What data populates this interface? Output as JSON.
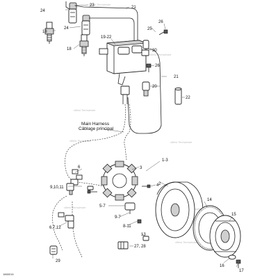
{
  "diagram": {
    "harness_label": [
      "Main Harness",
      "Câblage principal"
    ],
    "figure_ref": "1865016",
    "watermark": "vBest Techsiesbe",
    "callouts": {
      "c24a": "24",
      "c23": "23",
      "c21a": "21",
      "c18a": "18",
      "c24b": "24",
      "c25": "25",
      "c26a": "26",
      "c18b": "18",
      "c19_22": "19-22",
      "c26b": "26",
      "c21b": "21",
      "c20a": "20",
      "c20b": "20",
      "c22": "22",
      "c1_3": "1-3",
      "c6": "6",
      "c9_10_11": "9,10,11",
      "c3": "3",
      "c4": "4",
      "c2": "2",
      "c5_7": "5-7",
      "c14": "14",
      "c15": "15",
      "c9_7": "9-7",
      "c8_11": "8-11",
      "c13": "13",
      "c6_7_12": "6,7,12",
      "c27_28": "27, 28",
      "c29": "29",
      "c16": "16",
      "c17": "17"
    }
  }
}
